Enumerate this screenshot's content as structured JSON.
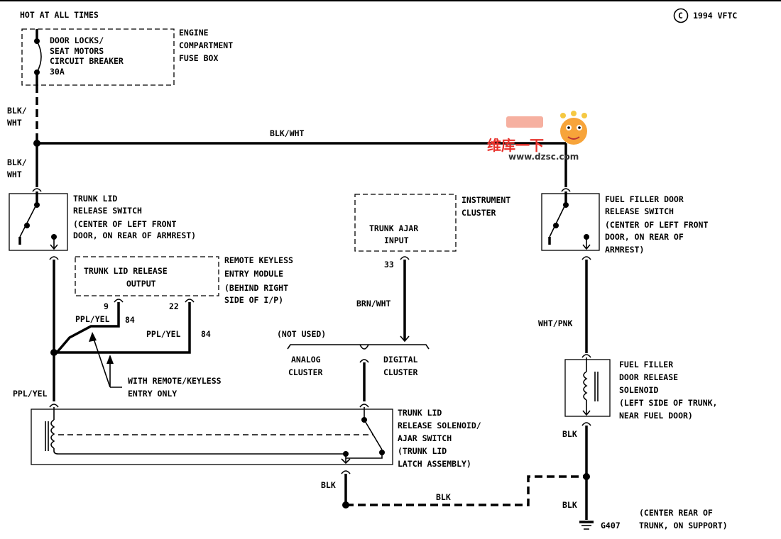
{
  "header": {
    "power_source": "HOT AT ALL TIMES",
    "copyright_symbol": "C",
    "copyright_text": "1994 VFTC"
  },
  "watermark": {
    "logo_text": "维库一下",
    "url": "www.dzsc.com"
  },
  "fuse_box": {
    "device_lines": [
      "DOOR LOCKS/",
      "SEAT MOTORS",
      "CIRCUIT BREAKER",
      "30A"
    ],
    "location_lines": [
      "ENGINE",
      "COMPARTMENT",
      "FUSE BOX"
    ]
  },
  "wires": {
    "blk_wht_a": [
      "BLK/",
      "WHT"
    ],
    "blk_wht_b": [
      "BLK/",
      "WHT"
    ],
    "blk_wht_bus": "BLK/WHT",
    "ppl_yel_a": "PPL/YEL",
    "ppl_yel_b": "PPL/YEL",
    "ppl_yel_c": "PPL/YEL",
    "brn_wht": "BRN/WHT",
    "wht_pnk": "WHT/PNK",
    "blk_a": "BLK",
    "blk_b": "BLK",
    "blk_c": "BLK",
    "blk_d": "BLK"
  },
  "trunk_switch": {
    "label_lines": [
      "TRUNK LID",
      "RELEASE SWITCH",
      "(CENTER OF LEFT FRONT",
      "DOOR, ON REAR OF ARMREST)"
    ]
  },
  "keyless_module": {
    "inner_lines": [
      "TRUNK LID RELEASE",
      "OUTPUT"
    ],
    "label_lines": [
      "REMOTE KEYLESS",
      "ENTRY MODULE",
      "(BEHIND RIGHT",
      "SIDE OF I/P)"
    ],
    "pin_a": "9",
    "pin_a_circuit": "84",
    "pin_b": "22",
    "pin_b_circuit": "84"
  },
  "remote_note": [
    "WITH REMOTE/KEYLESS",
    "ENTRY ONLY"
  ],
  "instrument_cluster": {
    "inner_lines": [
      "TRUNK AJAR",
      "INPUT"
    ],
    "label_lines": [
      "INSTRUMENT",
      "CLUSTER"
    ],
    "pin": "33"
  },
  "cluster_options": {
    "not_used": "(NOT USED)",
    "analog": [
      "ANALOG",
      "CLUSTER"
    ],
    "digital": [
      "DIGITAL",
      "CLUSTER"
    ]
  },
  "trunk_solenoid": {
    "label_lines": [
      "TRUNK LID",
      "RELEASE SOLENOID/",
      "AJAR SWITCH",
      "(TRUNK LID",
      "LATCH ASSEMBLY)"
    ]
  },
  "fuel_switch": {
    "label_lines": [
      "FUEL FILLER DOOR",
      "RELEASE SWITCH",
      "(CENTER OF LEFT FRONT",
      "DOOR, ON REAR OF",
      "ARMREST)"
    ]
  },
  "fuel_solenoid": {
    "label_lines": [
      "FUEL FILLER",
      "DOOR RELEASE",
      "SOLENOID",
      "(LEFT SIDE OF TRUNK,",
      "NEAR FUEL DOOR)"
    ]
  },
  "ground": {
    "id": "G407",
    "location_lines": [
      "(CENTER REAR OF",
      "TRUNK, ON SUPPORT)"
    ]
  }
}
